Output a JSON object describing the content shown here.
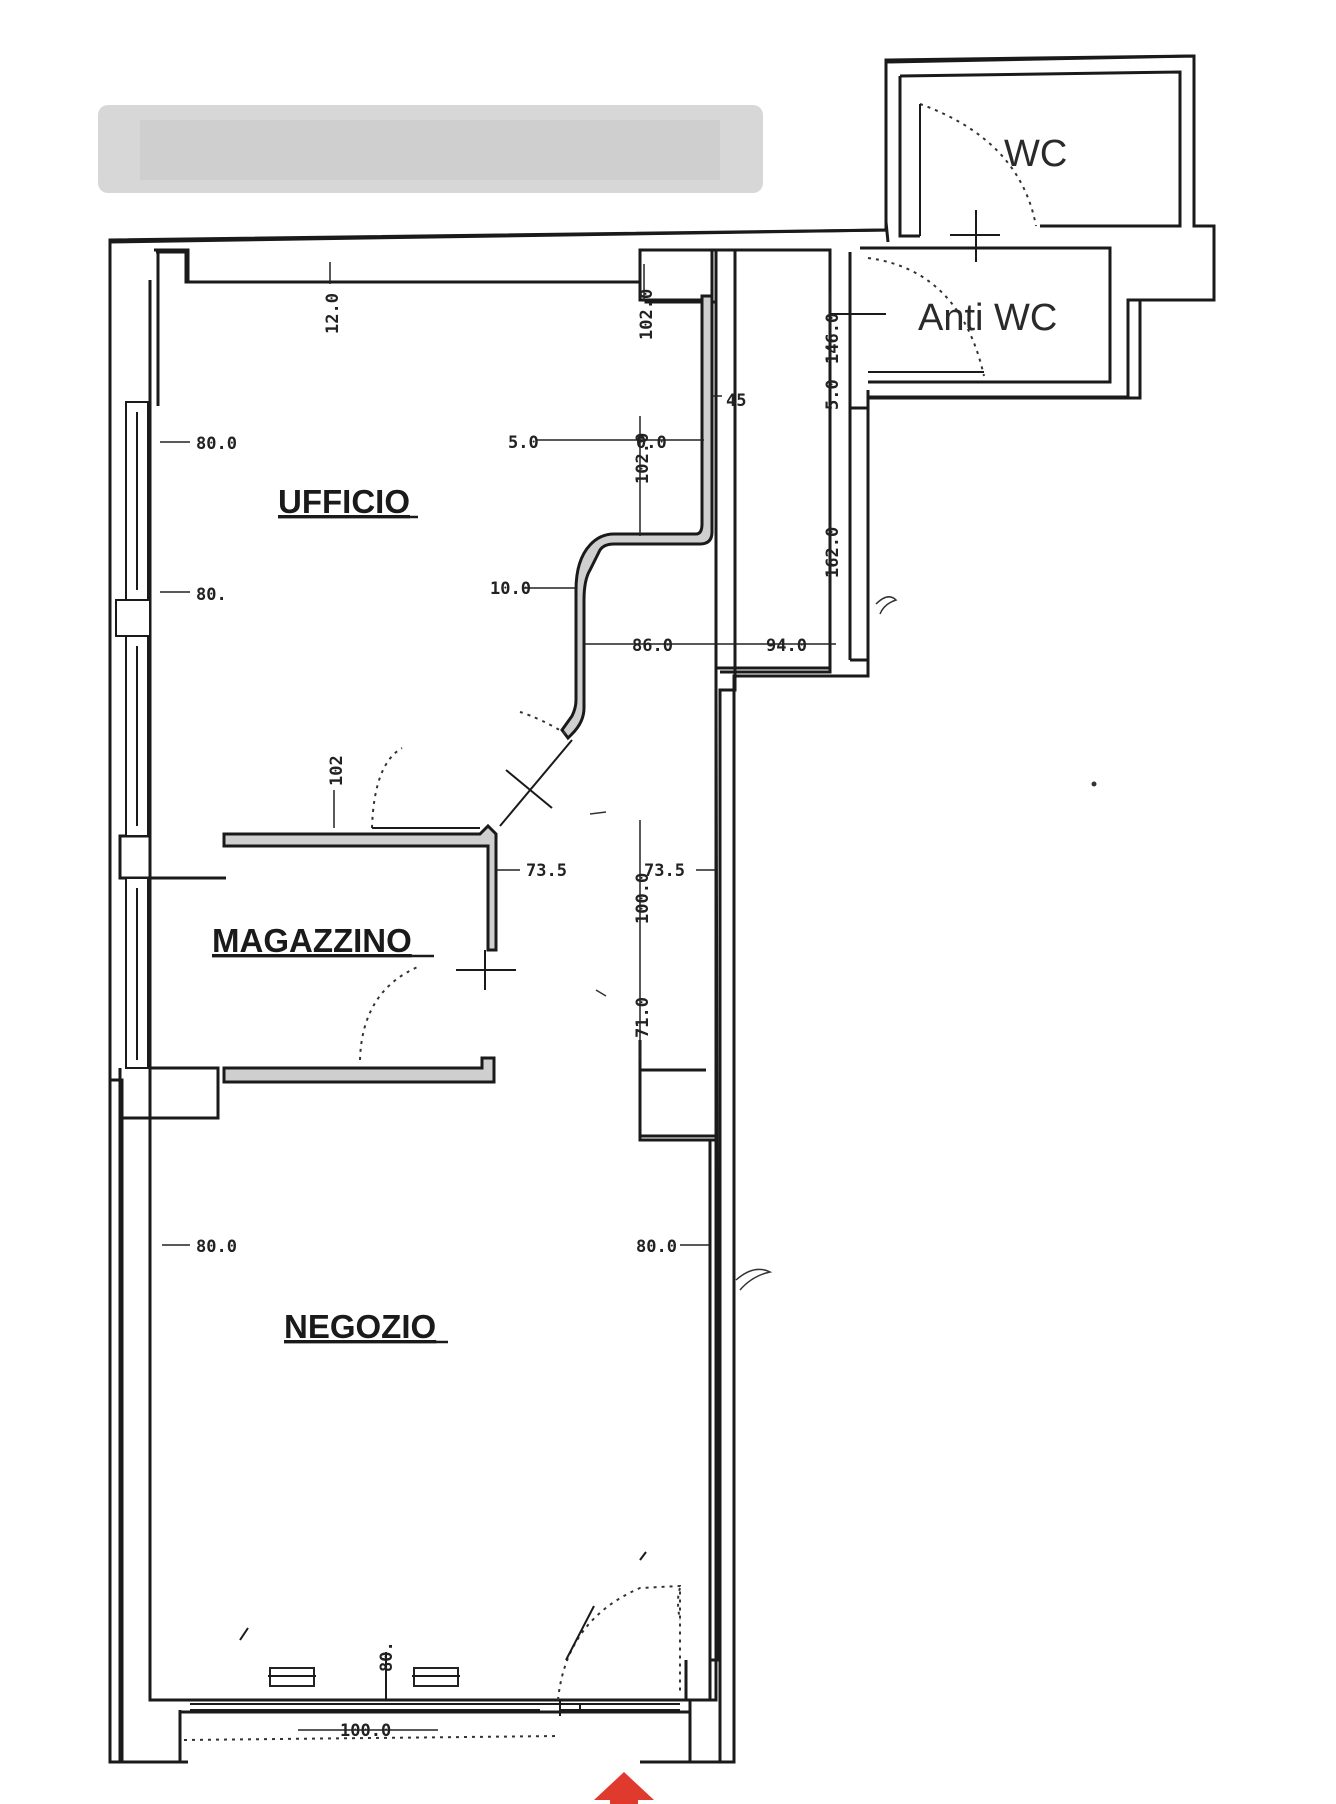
{
  "rooms": {
    "wc": "WC",
    "anti_wc": "Anti WC",
    "ufficio": "UFFICIO",
    "magazzino": "MAGAZZINO",
    "negozio": "NEGOZIO"
  },
  "dimensions": {
    "d_12": "12.0",
    "d_102_top": "102.0",
    "d_45": "45",
    "d_80_a": "80.0",
    "d_80_b": "80.",
    "d_5": "5.0",
    "d_10": "10.0",
    "d_102_mid": "102.0",
    "d_0": "0.0",
    "d_146": "146.0",
    "d_50": "5.0",
    "d_162": "162.0",
    "d_86": "86.0",
    "d_94": "94.0",
    "d_102_door": "102",
    "d_73_a": "73.5",
    "d_73_b": "73.5",
    "d_1000": "100.0",
    "d_71": "71.0",
    "d_80_c": "80.0",
    "d_80_d": "80.0",
    "d_80_e": "80.",
    "d_100": "100.0"
  },
  "colors": {
    "entrance_arrow": "#e03a2e",
    "wall": "#1a1a1a",
    "hatch": "#cfcfcf"
  },
  "icons": {
    "entrance": "arrow-up-icon"
  }
}
